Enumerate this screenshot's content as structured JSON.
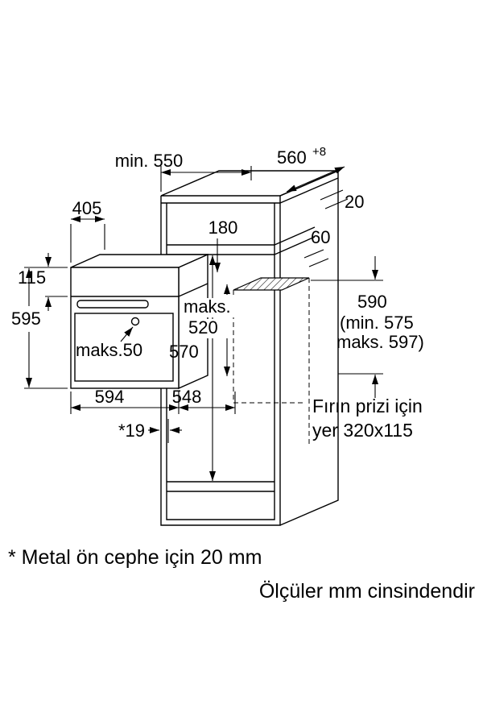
{
  "colors": {
    "background": "#ffffff",
    "line": "#000000"
  },
  "diagram": {
    "dimensions": {
      "niche_depth": "min. 550",
      "niche_width": "560",
      "niche_width_tolerance": "+8",
      "rear_gap": "20",
      "top_depth": "405",
      "panel_height": "115",
      "oven_height": "595",
      "shelf_dim": "180",
      "rear_offset": "60",
      "maks_label": "maks.",
      "maks_value": "520",
      "inner_height": "570",
      "handle_depth": "maks.50",
      "oven_width": "594",
      "oven_depth": "548",
      "front_gap": "*19",
      "niche_height": "590",
      "niche_height_min": "(min. 575",
      "niche_height_max": "maks. 597)"
    },
    "socket_note": {
      "line1": "Fırın prizi için",
      "line2": "yer 320x115"
    }
  },
  "footnotes": {
    "metal_front": "* Metal ön cephe için 20 mm",
    "units": "Ölçüler mm cinsindendir"
  }
}
